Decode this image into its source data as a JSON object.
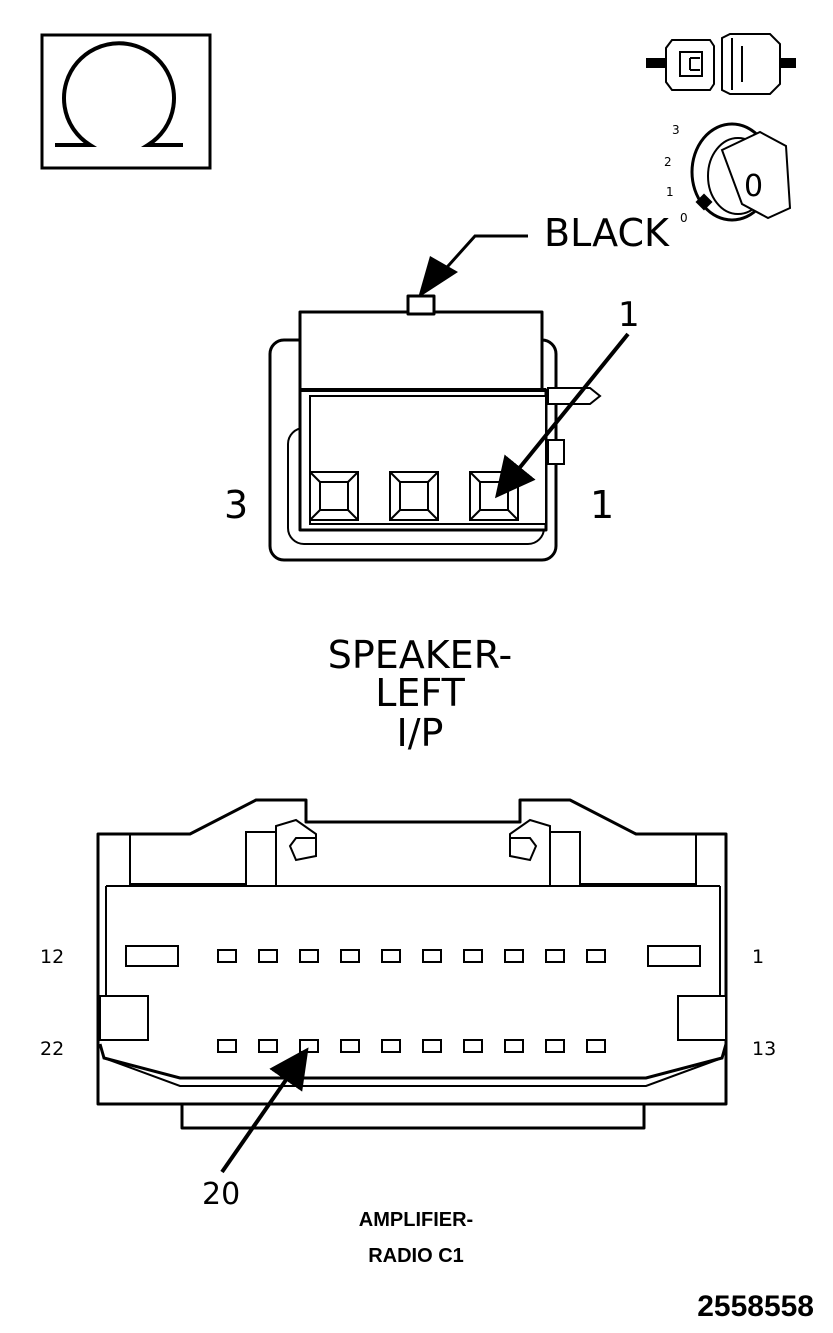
{
  "ohm_symbol": "Ω",
  "ignition": {
    "positions": [
      "3",
      "2",
      "1",
      "0"
    ],
    "key_label": "0"
  },
  "speaker_connector": {
    "color_label": "BLACK",
    "pin_callout": "1",
    "left_pin": "3",
    "right_pin": "1",
    "name_lines": [
      "SPEAKER-",
      "LEFT",
      "I/P"
    ]
  },
  "amplifier_connector": {
    "top_left_pin": "12",
    "top_right_pin": "1",
    "bottom_left_pin": "22",
    "bottom_right_pin": "13",
    "pin_callout": "20",
    "name_lines": [
      "AMPLIFIER-",
      "RADIO C1"
    ]
  },
  "figure_id": "2558558"
}
